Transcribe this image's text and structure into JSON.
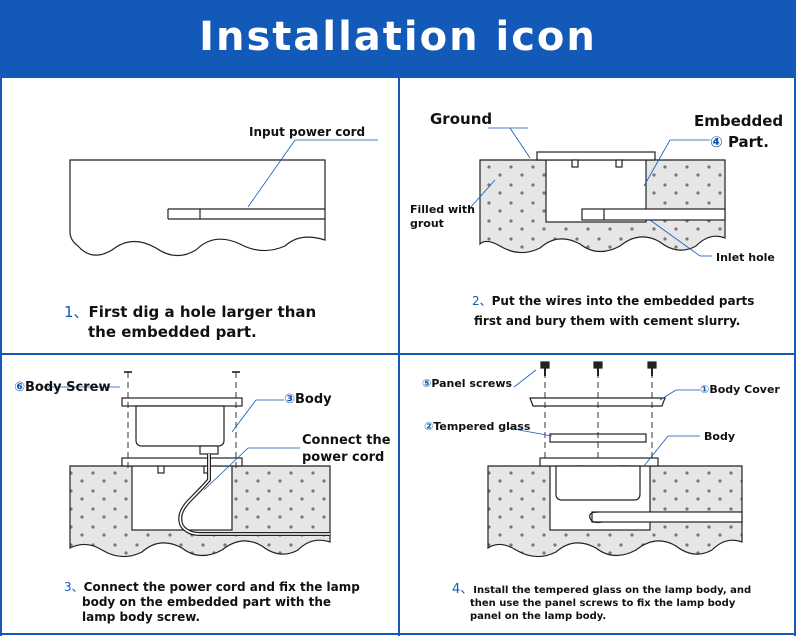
{
  "header": {
    "title": "Installation icon"
  },
  "panel1": {
    "label_power_cord": "Input power cord",
    "step_num": "1、",
    "step_line1": "First dig a hole larger than",
    "step_line2": "the embedded part."
  },
  "panel2": {
    "label_ground": "Ground",
    "label_embedded_line1": "Embedded",
    "label_embedded_num": "④",
    "label_embedded_line2": "Part.",
    "label_grout_line1": "Filled with",
    "label_grout_line2": "grout",
    "label_inlet": "Inlet hole",
    "step_num": "2、",
    "step_line1": "Put the wires into the embedded parts",
    "step_line2": "first and bury them with cement slurry."
  },
  "panel3": {
    "label_screw_num": "⑥",
    "label_screw": "Body Screw",
    "label_body_num": "③",
    "label_body": "Body",
    "label_connect_line1": "Connect the",
    "label_connect_line2": "power cord",
    "step_num": "3、",
    "step_line1": "Connect the power cord and fix the lamp",
    "step_line2": "body on the embedded part with the",
    "step_line3": "lamp body screw."
  },
  "panel4": {
    "label_panel_num": "⑤",
    "label_panel": "Panel screws",
    "label_cover_num": "①",
    "label_cover": "Body Cover",
    "label_glass_num": "②",
    "label_glass": "Tempered glass",
    "label_body": "Body",
    "step_num": "4、",
    "step_line1": "Install the tempered glass on the lamp body, and",
    "step_line2": "then use the panel screws to fix the lamp body",
    "step_line3": "panel on the lamp body."
  },
  "colors": {
    "accent": "#1259b8",
    "ground_fill": "#e6e6e6",
    "line": "#222222"
  }
}
